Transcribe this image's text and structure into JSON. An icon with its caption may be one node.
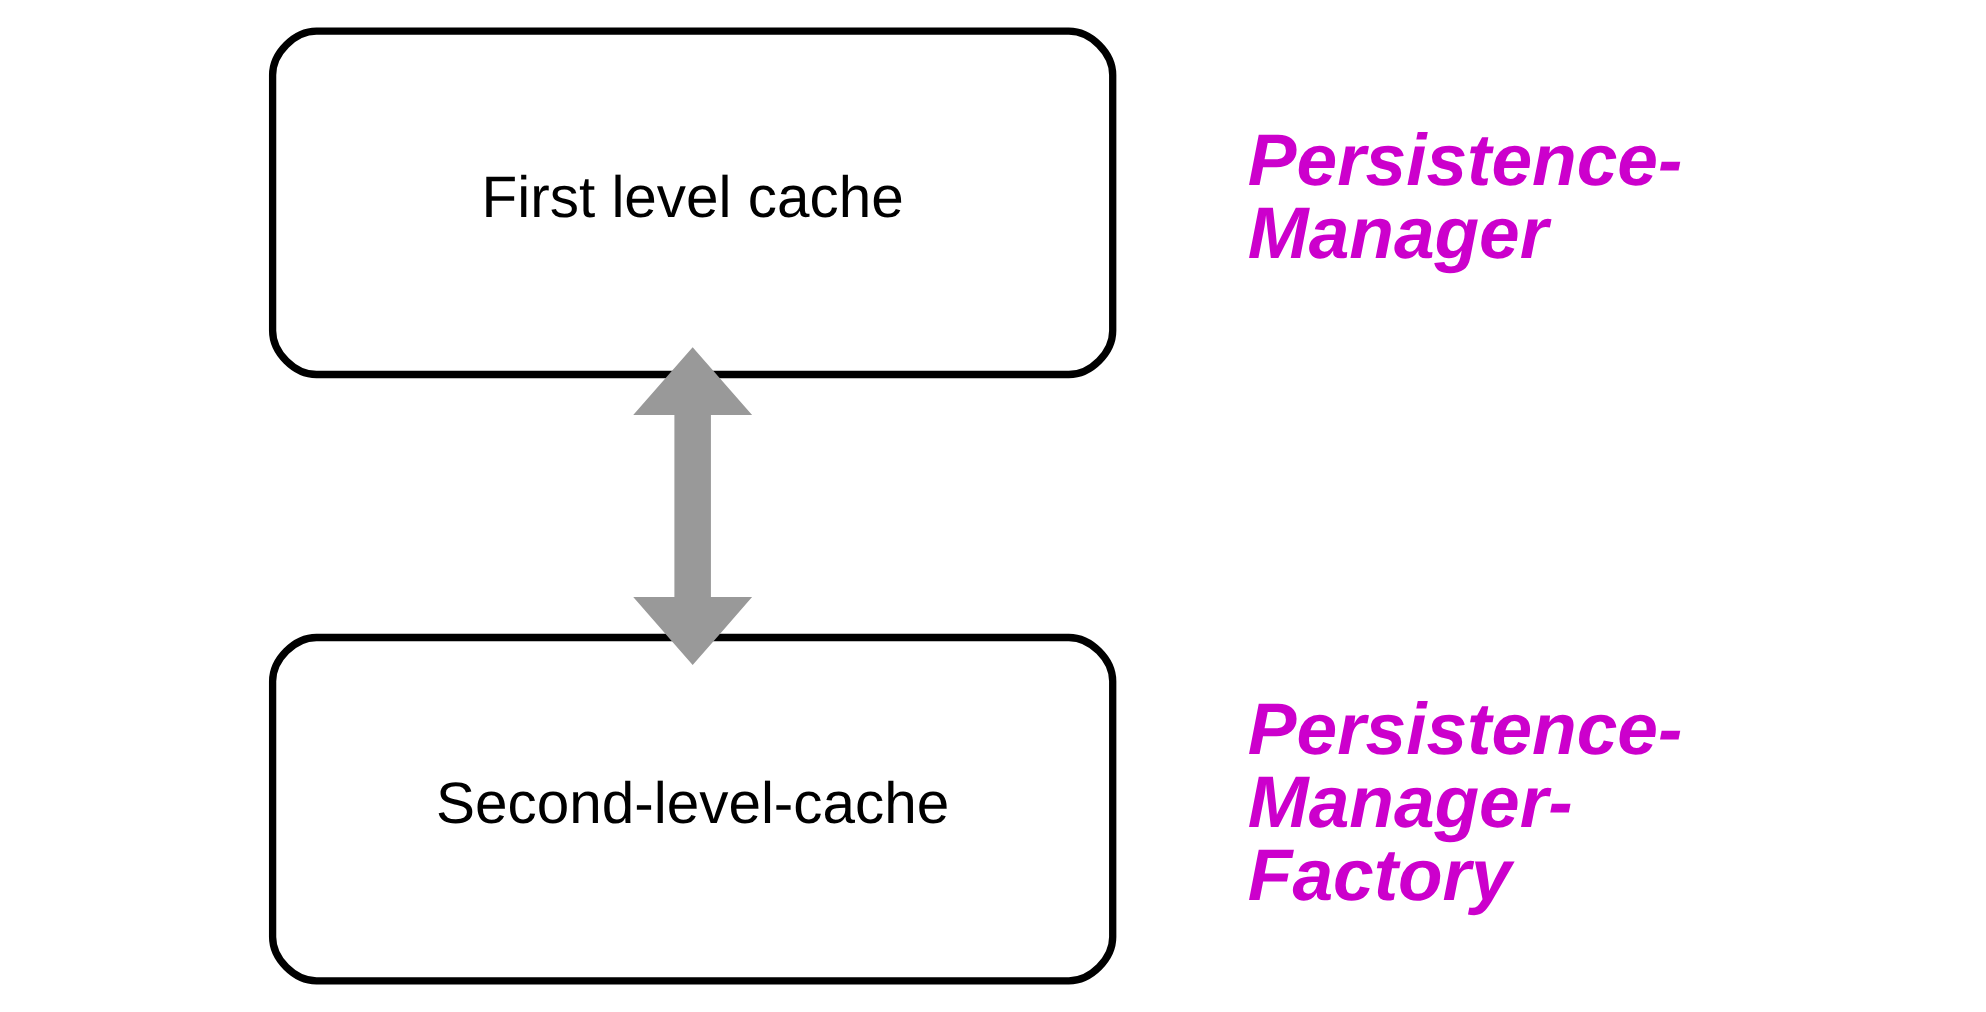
{
  "diagram": {
    "nodes": [
      {
        "text": [
          "First level cache"
        ],
        "beside": [
          "Persistence- Manager"
        ]
      },
      {
        "text": [
          "Second-level-cache"
        ],
        "beside": [
          "Persistence- Manager- Factory"
        ]
      }
    ],
    "edges": [
      {
        "from": 0,
        "to": 1,
        "arrow": "both"
      }
    ]
  }
}
